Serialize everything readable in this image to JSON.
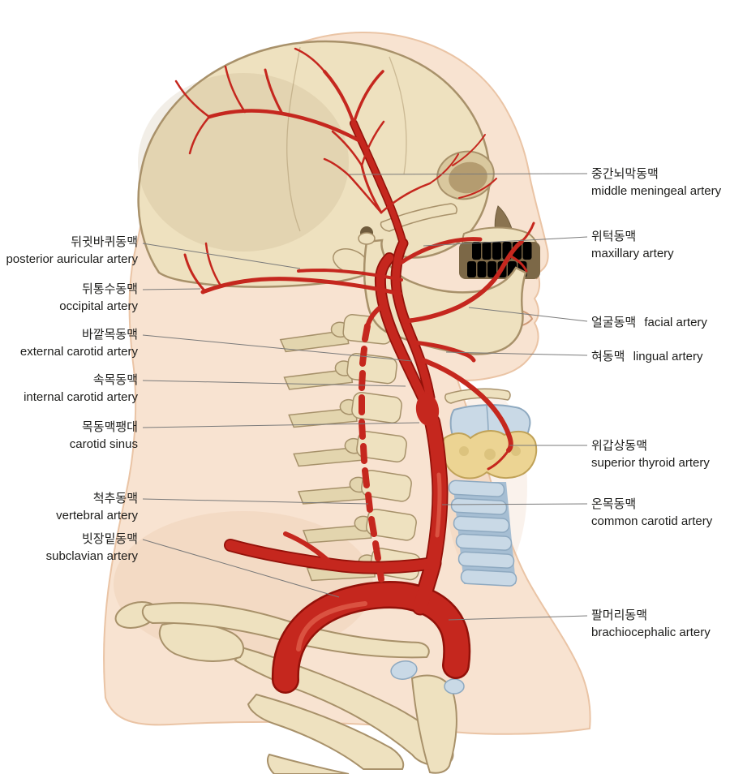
{
  "labels": {
    "left": [
      {
        "ko": "뒤귓바퀴동맥",
        "en": "posterior auricular artery"
      },
      {
        "ko": "뒤통수동맥",
        "en": "occipital artery"
      },
      {
        "ko": "바깥목동맥",
        "en": "external carotid artery"
      },
      {
        "ko": "속목동맥",
        "en": "internal carotid artery"
      },
      {
        "ko": "목동맥팽대",
        "en": "carotid sinus"
      },
      {
        "ko": "척추동맥",
        "en": "vertebral artery"
      },
      {
        "ko": "빗장밑동맥",
        "en": "subclavian artery"
      }
    ],
    "right": [
      {
        "ko": "중간뇌막동맥",
        "en": "middle meningeal artery"
      },
      {
        "ko": "위턱동맥",
        "en": "maxillary artery"
      },
      {
        "ko": "얼굴동맥",
        "en": "facial artery"
      },
      {
        "ko": "혀동맥",
        "en": "lingual artery"
      },
      {
        "ko": "위갑상동맥",
        "en": "superior thyroid artery"
      },
      {
        "ko": "온목동맥",
        "en": "common carotid artery"
      },
      {
        "ko": "팔머리동맥",
        "en": "brachiocephalic artery"
      }
    ]
  },
  "colors": {
    "skin": "#f8e3d1",
    "skin_line": "#eac4a5",
    "bone": "#eee1bf",
    "bone_dark": "#d9c89e",
    "bone_line": "#a8916a",
    "cartilage": "#c9d9e6",
    "cartilage_line": "#8ea9c0",
    "thyroid": "#ecd493",
    "thyroid_line": "#c0a258",
    "artery": "#c5271e",
    "artery_dark": "#931109",
    "artery_hi": "#e56a54",
    "tooth": "#f8f5ec",
    "tooth_line": "#b9ab8d",
    "leader": "#7a7a7a",
    "text": "#1d1d1b"
  }
}
